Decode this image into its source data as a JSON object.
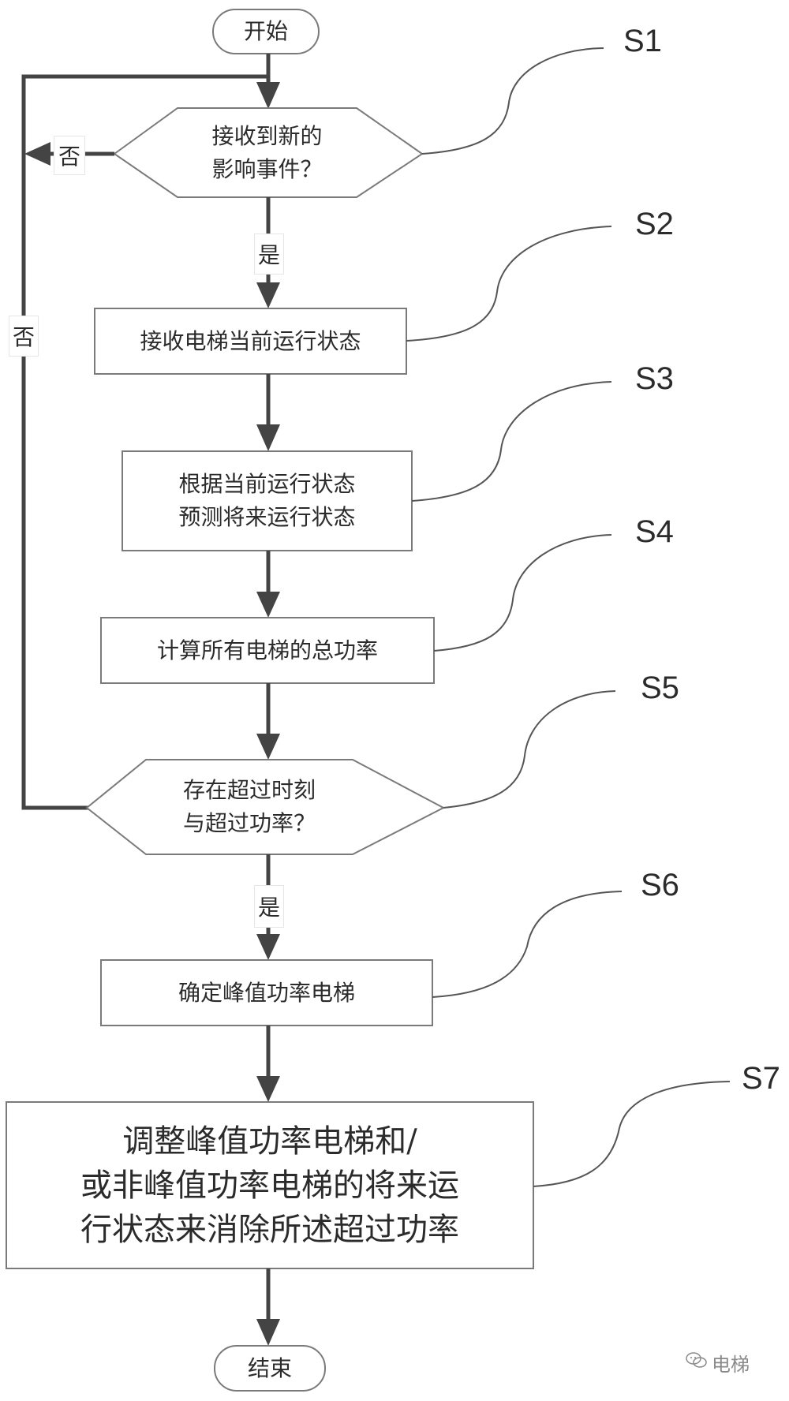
{
  "diagram": {
    "type": "flowchart",
    "start": {
      "label": "开始"
    },
    "end": {
      "label": "结束"
    },
    "steps": [
      {
        "id": "S1",
        "kind": "decision",
        "lines": [
          "接收到新的",
          "影响事件？"
        ]
      },
      {
        "id": "S2",
        "kind": "process",
        "lines": [
          "接收电梯当前运行状态"
        ]
      },
      {
        "id": "S3",
        "kind": "process",
        "lines": [
          "根据当前运行状态",
          "预测将来运行状态"
        ]
      },
      {
        "id": "S4",
        "kind": "process",
        "lines": [
          "计算所有电梯的总功率"
        ]
      },
      {
        "id": "S5",
        "kind": "decision",
        "lines": [
          "存在超过时刻",
          "与超过功率？"
        ]
      },
      {
        "id": "S6",
        "kind": "process",
        "lines": [
          "确定峰值功率电梯"
        ]
      },
      {
        "id": "S7",
        "kind": "process",
        "lines": [
          "调整峰值功率电梯和/",
          "或非峰值功率电梯的将来运",
          "行状态来消除所述超过功率"
        ]
      }
    ],
    "edge_labels": {
      "s1_no": "否",
      "s1_yes": "是",
      "s5_no": "否",
      "s5_yes": "是"
    },
    "edges": [
      {
        "from": "start",
        "to": "S1"
      },
      {
        "from": "S1",
        "to": "S1",
        "label": "否"
      },
      {
        "from": "S1",
        "to": "S2",
        "label": "是"
      },
      {
        "from": "S2",
        "to": "S3"
      },
      {
        "from": "S3",
        "to": "S4"
      },
      {
        "from": "S4",
        "to": "S5"
      },
      {
        "from": "S5",
        "to": "S1",
        "label": "否"
      },
      {
        "from": "S5",
        "to": "S6",
        "label": "是"
      },
      {
        "from": "S6",
        "to": "S7"
      },
      {
        "from": "S7",
        "to": "end"
      }
    ]
  },
  "watermark": {
    "icon": "wechat-icon",
    "text": "电梯"
  },
  "colors": {
    "line": "#444444",
    "box_border": "#7a7a7a",
    "text": "#2b2b2b"
  }
}
